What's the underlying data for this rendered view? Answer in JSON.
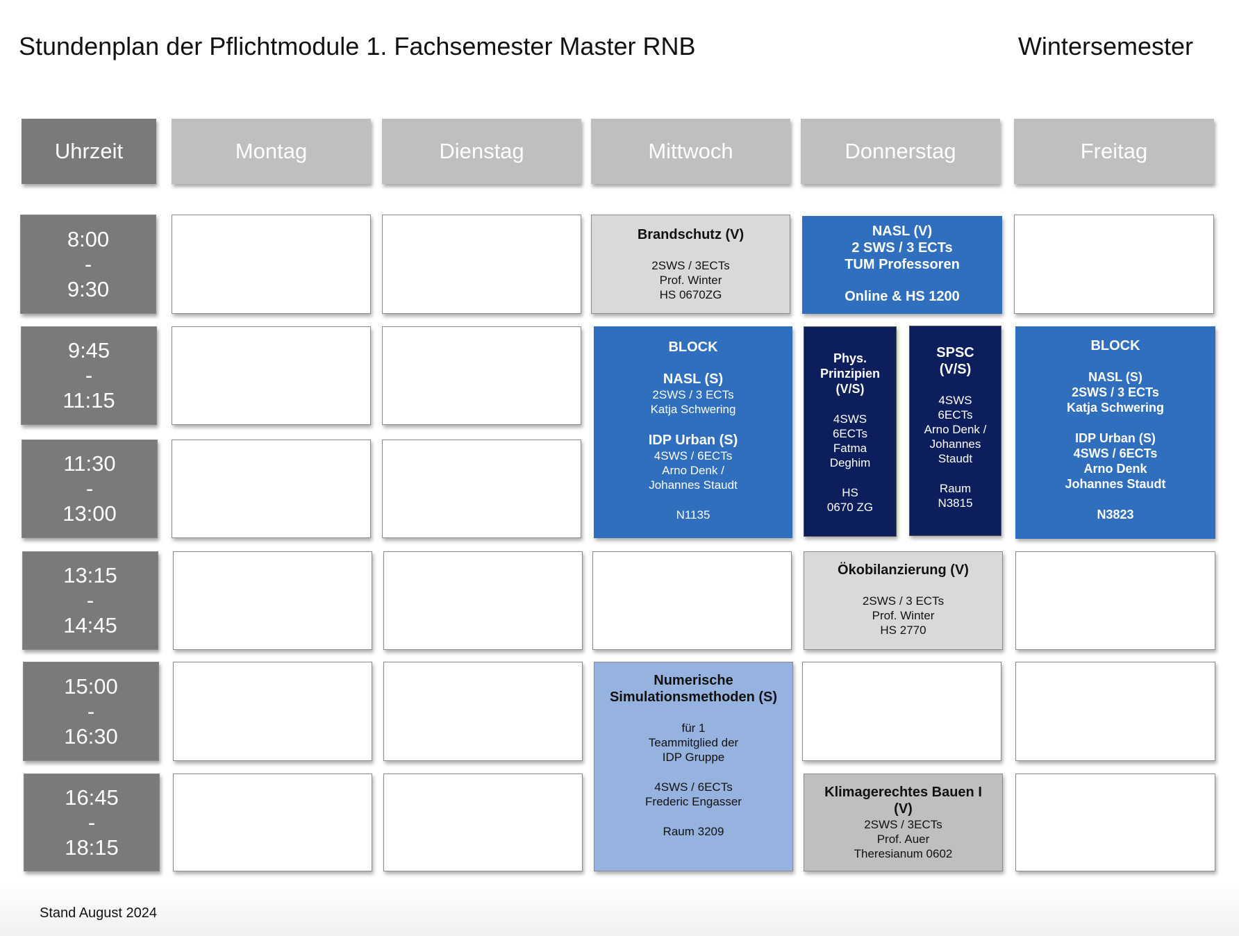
{
  "title": "Stundenplan der Pflichtmodule 1. Fachsemester Master RNB",
  "semester": "Wintersemester",
  "headers": [
    "Uhrzeit",
    "Montag",
    "Dienstag",
    "Mittwoch",
    "Donnerstag",
    "Freitag"
  ],
  "times": [
    {
      "start": "8:00",
      "sep": "-",
      "end": "9:30"
    },
    {
      "start": "9:45",
      "sep": "-",
      "end": "11:15"
    },
    {
      "start": "11:30",
      "sep": "-",
      "end": "13:00"
    },
    {
      "start": "13:15",
      "sep": "-",
      "end": "14:45"
    },
    {
      "start": "15:00",
      "sep": "-",
      "end": "16:30"
    },
    {
      "start": "16:45",
      "sep": "-",
      "end": "18:15"
    }
  ],
  "courses": {
    "brandschutz": {
      "lines": [
        "Brandschutz (V)",
        "2SWS / 3ECTs",
        "Prof. Winter",
        "HS 0670ZG"
      ]
    },
    "nasl_v": {
      "lines": [
        "NASL (V)",
        "2 SWS / 3 ECTs",
        "TUM Professoren",
        "Online & HS 1200"
      ]
    },
    "block_mi": {
      "lines": [
        "BLOCK",
        "NASL (S)",
        "2SWS / 3 ECTs",
        "Katja Schwering",
        "IDP Urban (S)",
        "4SWS / 6ECTs",
        "Arno Denk /",
        "Johannes Staudt",
        "N1135"
      ]
    },
    "phys": {
      "lines": [
        "Phys.",
        "Prinzipien",
        "(V/S)",
        "4SWS",
        "6ECTs",
        "Fatma",
        "Deghim",
        "HS",
        "0670 ZG"
      ]
    },
    "spsc": {
      "lines": [
        "SPSC",
        "(V/S)",
        "4SWS",
        "6ECTs",
        "Arno Denk /",
        "Johannes",
        "Staudt",
        "Raum",
        "N3815"
      ]
    },
    "block_fr": {
      "lines": [
        "BLOCK",
        "NASL (S)",
        "2SWS / 3 ECTs",
        "Katja Schwering",
        "IDP Urban (S)",
        "4SWS / 6ECTs",
        "Arno Denk",
        "Johannes Staudt",
        "N3823"
      ]
    },
    "oeko": {
      "lines": [
        "Ökobilanzierung (V)",
        "2SWS / 3 ECTs",
        "Prof. Winter",
        "HS 2770"
      ]
    },
    "numerik": {
      "lines": [
        "Numerische",
        "Simulationsmethoden (S)",
        "für 1",
        "Teammitglied der",
        "IDP Gruppe",
        "4SWS / 6ECTs",
        "Frederic Engasser",
        "Raum 3209"
      ]
    },
    "klima": {
      "lines": [
        "Klimagerechtes Bauen I",
        "(V)",
        "2SWS / 3ECTs",
        "Prof. Auer",
        "Theresianum 0602"
      ]
    }
  },
  "footer": "Stand August 2024"
}
